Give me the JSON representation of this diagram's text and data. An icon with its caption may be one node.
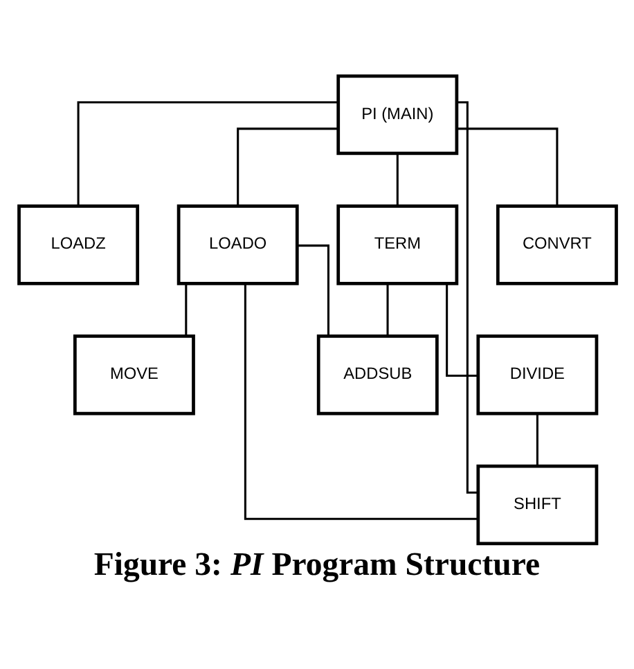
{
  "diagram": {
    "caption": "Figure 3: *PI* Program Structure",
    "nodes": [
      {
        "text": [
          "PI (MAIN)"
        ]
      },
      {
        "text": [
          "LOADZ"
        ]
      },
      {
        "text": [
          "LOADO"
        ]
      },
      {
        "text": [
          "TERM"
        ]
      },
      {
        "text": [
          "CONVRT"
        ]
      },
      {
        "text": [
          "MOVE"
        ]
      },
      {
        "text": [
          "ADDSUB"
        ]
      },
      {
        "text": [
          "DIVIDE"
        ]
      },
      {
        "text": [
          "SHIFT"
        ]
      }
    ],
    "edges": [
      {
        "from": 0,
        "to": 1,
        "arrow": "none"
      },
      {
        "from": 0,
        "to": 2,
        "arrow": "none"
      },
      {
        "from": 0,
        "to": 3,
        "arrow": "none"
      },
      {
        "from": 0,
        "to": 4,
        "arrow": "none"
      },
      {
        "from": 0,
        "to": 8,
        "arrow": "none"
      },
      {
        "from": 2,
        "to": 5,
        "arrow": "none"
      },
      {
        "from": 2,
        "to": 6,
        "arrow": "none"
      },
      {
        "from": 2,
        "to": 8,
        "arrow": "none"
      },
      {
        "from": 3,
        "to": 6,
        "arrow": "none"
      },
      {
        "from": 3,
        "to": 7,
        "arrow": "none"
      },
      {
        "from": 7,
        "to": 8,
        "arrow": "none"
      }
    ]
  }
}
